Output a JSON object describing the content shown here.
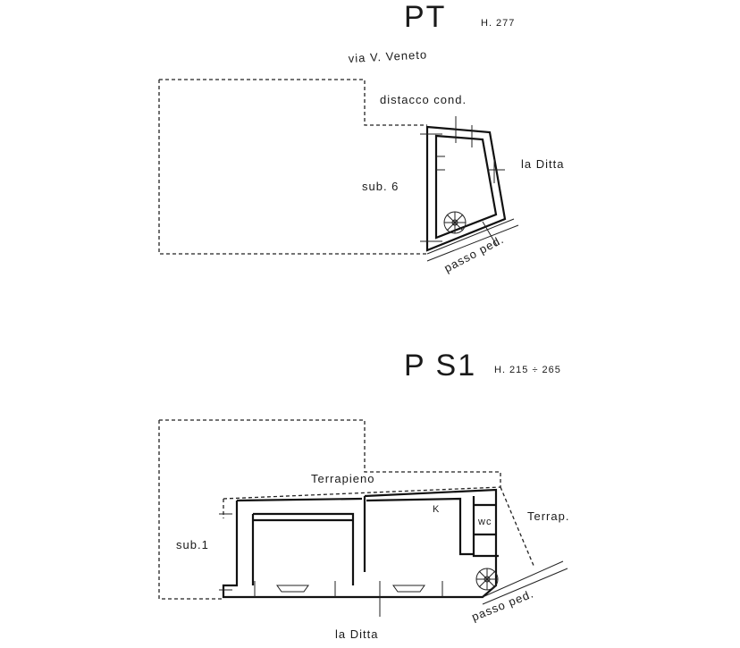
{
  "ground_floor": {
    "title": "PT",
    "height_label": "H. 277",
    "street_label": "via V. Veneto",
    "detachment_label": "distacco cond.",
    "neighbor_right_label": "la Ditta",
    "subunit_label": "sub. 6",
    "passage_label": "passo ped."
  },
  "basement_floor": {
    "title": "P S1",
    "height_label": "H. 215 ÷ 265",
    "embankment_label": "Terrapieno",
    "embankment_right_label": "Terrap.",
    "kitchen_label": "K",
    "wc_label": "wc",
    "subunit_label": "sub.1",
    "passage_label": "passo ped.",
    "neighbor_bottom_label": "la Ditta"
  }
}
